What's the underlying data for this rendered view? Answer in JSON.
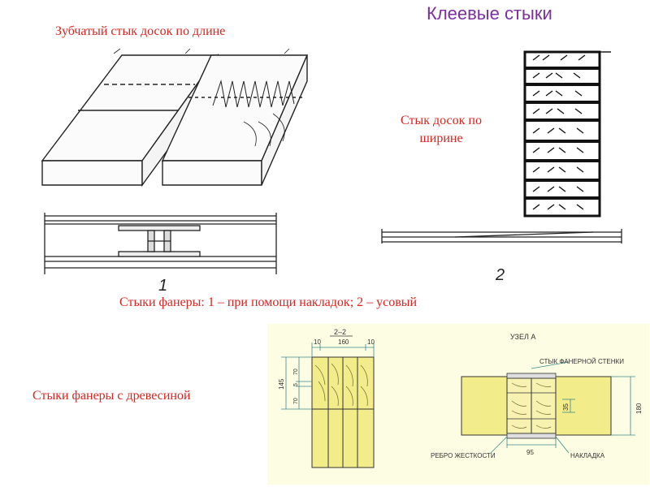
{
  "title": "Клеевые стыки",
  "captions": {
    "finger_joint": "Зубчатый стык досок по длине",
    "width_joint": "Стык досок по ширине",
    "plywood_joints": "Стыки фанеры: 1 – при помощи накладок; 2 – усовый",
    "plywood_wood": "Стыки фанеры с древесиной"
  },
  "figure_numbers": {
    "fig1": "1",
    "fig2": "2"
  },
  "section_drawing": {
    "section_mark": "2–2",
    "dim_top_left": "10",
    "dim_top_mid": "160",
    "dim_top_right": "10",
    "dim_side_total": "145",
    "dim_side_a": "70",
    "dim_side_b": "5",
    "dim_side_c": "70"
  },
  "node_drawing": {
    "node_title": "УЗЕЛ А",
    "label_web_joint": "СТЫК ФАНЕРНОЙ СТЕНКИ",
    "label_rib": "РЕБРО ЖЕСТКОСТИ",
    "label_overlay": "НАКЛАДКА",
    "dim_height": "180",
    "dim_35": "35",
    "dim_95": "95"
  },
  "colors": {
    "title": "#7d2fa0",
    "caption": "#e0211d",
    "plywood_fill": "#f3ec8a",
    "dim_line": "#3a8a8a"
  }
}
